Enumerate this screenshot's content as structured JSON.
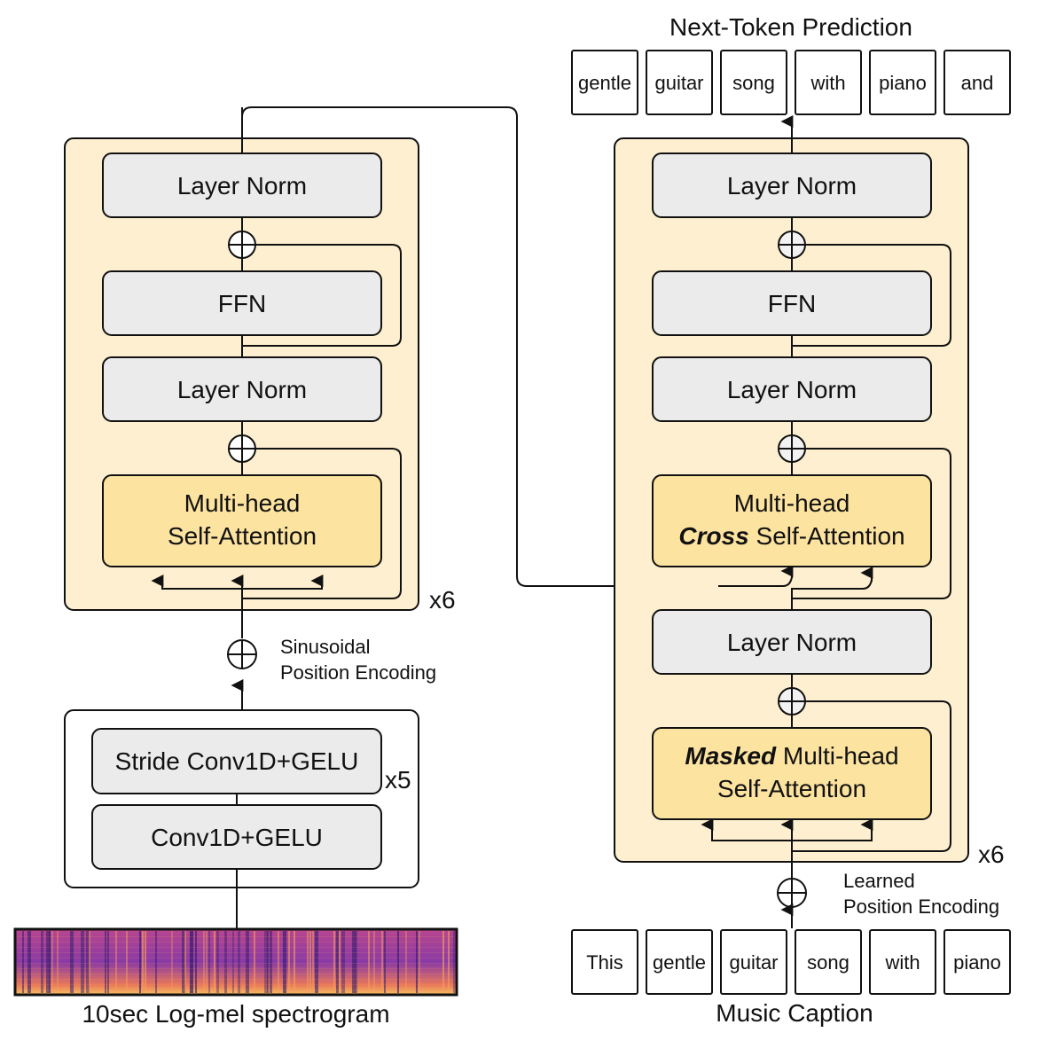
{
  "colors": {
    "block_bg": "#fdefcf",
    "attention_bg": "#fde3a0",
    "norm_bg": "#ebebeb",
    "stroke": "#111111",
    "plus_fill_left": "#ffffff",
    "plus_fill_right": "#f2f2f2"
  },
  "top": {
    "title": "Next-Token Prediction",
    "tokens": [
      "gentle",
      "guitar",
      "song",
      "with",
      "piano",
      "and"
    ]
  },
  "encoder": {
    "layer_norm_top": "Layer Norm",
    "ffn": "FFN",
    "layer_norm_mid": "Layer Norm",
    "attention_line1": "Multi-head",
    "attention_line2": "Self-Attention",
    "repeat": "x6",
    "pos_enc_line1": "Sinusoidal",
    "pos_enc_line2": "Position Encoding",
    "conv_stride": "Stride Conv1D+GELU",
    "conv": "Conv1D+GELU",
    "conv_repeat": "x5",
    "input_label": "10sec Log-mel spectrogram"
  },
  "decoder": {
    "layer_norm_top": "Layer Norm",
    "ffn": "FFN",
    "layer_norm_mid": "Layer Norm",
    "cross_line1": "Multi-head",
    "cross_bold": "Cross",
    "cross_rest": " Self-Attention",
    "layer_norm_low": "Layer Norm",
    "masked_bold": "Masked",
    "masked_rest": " Multi-head",
    "masked_line2": "Self-Attention",
    "repeat": "x6",
    "pos_enc_line1": "Learned",
    "pos_enc_line2": "Position Encoding"
  },
  "bottom": {
    "title": "Music Caption",
    "tokens": [
      "This",
      "gentle",
      "guitar",
      "song",
      "with",
      "piano"
    ]
  }
}
